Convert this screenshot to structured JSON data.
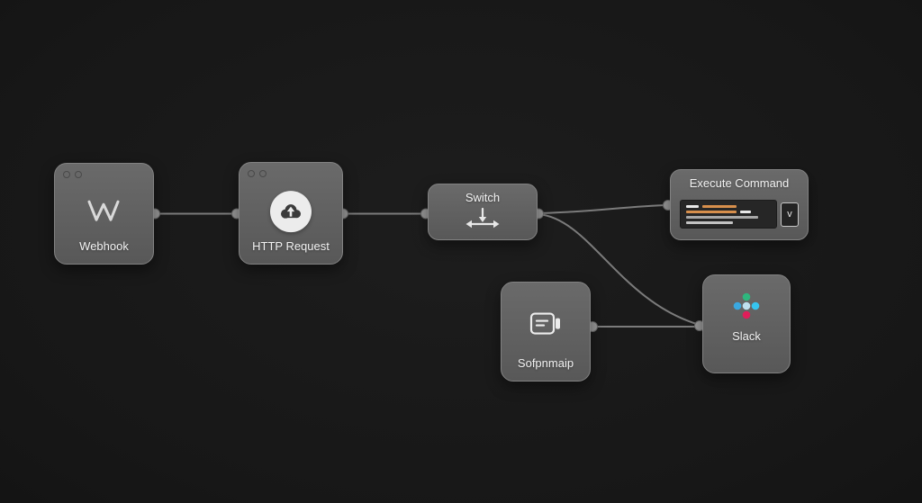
{
  "canvas": {
    "background": "#181818",
    "connector_color": "#7b7b7b",
    "node_color": "#5f5f5f"
  },
  "nodes": {
    "webhook": {
      "label": "Webhook"
    },
    "http_request": {
      "label": "HTTP Request"
    },
    "switch": {
      "label": "Switch"
    },
    "execute_command": {
      "label": "Execute Command",
      "dropdown_label": "v",
      "preview_rows": [
        {
          "segments": [
            {
              "color": "#e8e8e8",
              "width": 14
            },
            {
              "color": "#d78f4c",
              "width": 38
            }
          ]
        },
        {
          "segments": [
            {
              "color": "#d78f4c",
              "width": 56
            },
            {
              "color": "#e8e8e8",
              "width": 12
            }
          ]
        },
        {
          "segments": [
            {
              "color": "#a8a8a8",
              "width": 80
            }
          ]
        },
        {
          "segments": [
            {
              "color": "#c2c2c2",
              "width": 52
            }
          ]
        }
      ]
    },
    "sofpnmaip": {
      "label": "Sofpnmaip"
    },
    "slack": {
      "label": "Slack",
      "icon_dot_colors": [
        "#2eb67d",
        "#36c5f0",
        "#e01e5a",
        "#3aa8e0",
        "#bfe0ef"
      ]
    }
  }
}
